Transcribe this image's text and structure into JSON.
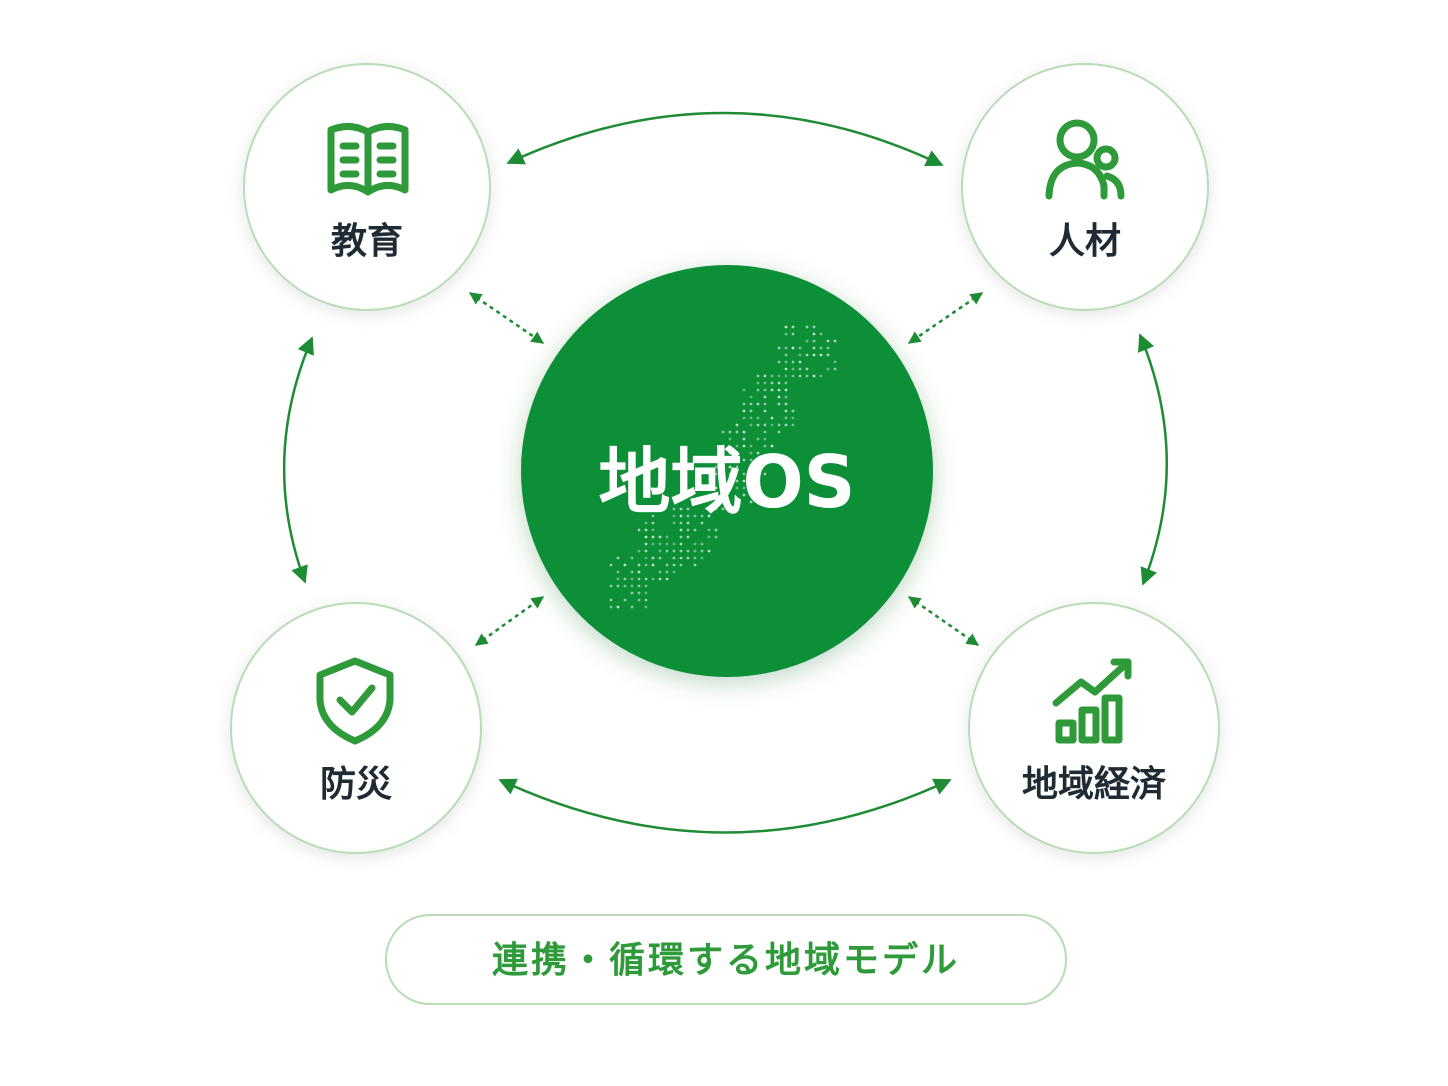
{
  "diagram": {
    "center": {
      "label": "地域OS"
    },
    "nodes": [
      {
        "id": "education",
        "label": "教育",
        "icon": "book-icon"
      },
      {
        "id": "talent",
        "label": "人材",
        "icon": "people-icon"
      },
      {
        "id": "disaster",
        "label": "防災",
        "icon": "shield-check-icon"
      },
      {
        "id": "economy",
        "label": "地域経済",
        "icon": "bar-chart-trend-icon"
      }
    ],
    "links": [
      {
        "from": "education",
        "to": "talent",
        "style": "solid-arc"
      },
      {
        "from": "education",
        "to": "disaster",
        "style": "solid-arc"
      },
      {
        "from": "talent",
        "to": "economy",
        "style": "solid-arc"
      },
      {
        "from": "disaster",
        "to": "economy",
        "style": "solid-arc"
      },
      {
        "from": "center",
        "to": "education",
        "style": "dotted"
      },
      {
        "from": "center",
        "to": "talent",
        "style": "dotted"
      },
      {
        "from": "center",
        "to": "disaster",
        "style": "dotted"
      },
      {
        "from": "center",
        "to": "economy",
        "style": "dotted"
      }
    ],
    "caption": "連携・循環する地域モデル"
  },
  "colors": {
    "accent": "#1e8c34",
    "center_fill": "#118f39",
    "icon": "#2e9a3a",
    "node_border": "#b9dcb6",
    "text": "#1f2a33"
  }
}
